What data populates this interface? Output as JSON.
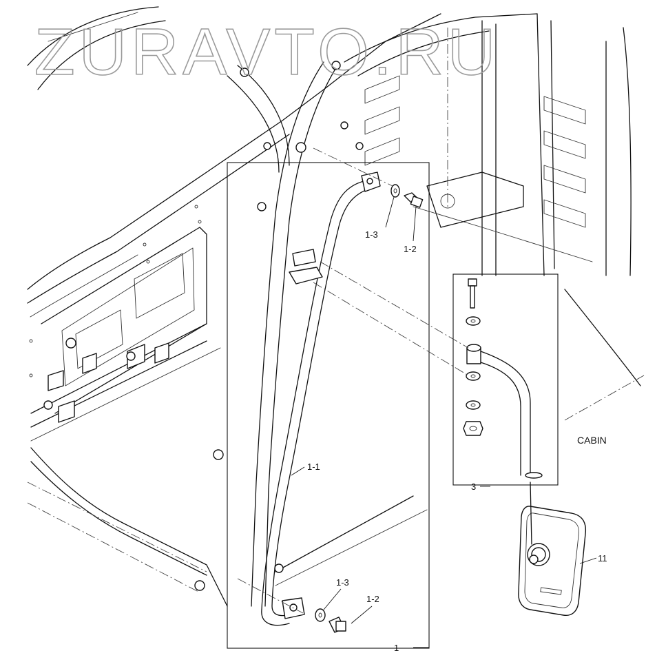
{
  "watermark": "ZURAVTO.RU",
  "section_label": "CABIN",
  "callouts": {
    "assembly_1": "1",
    "pipe_1_1": "1-1",
    "bolt_upper": "1-2",
    "washer_upper": "1-3",
    "bolt_lower": "1-2",
    "washer_lower": "1-3",
    "assembly_3": "3",
    "mirror_11": "11"
  }
}
